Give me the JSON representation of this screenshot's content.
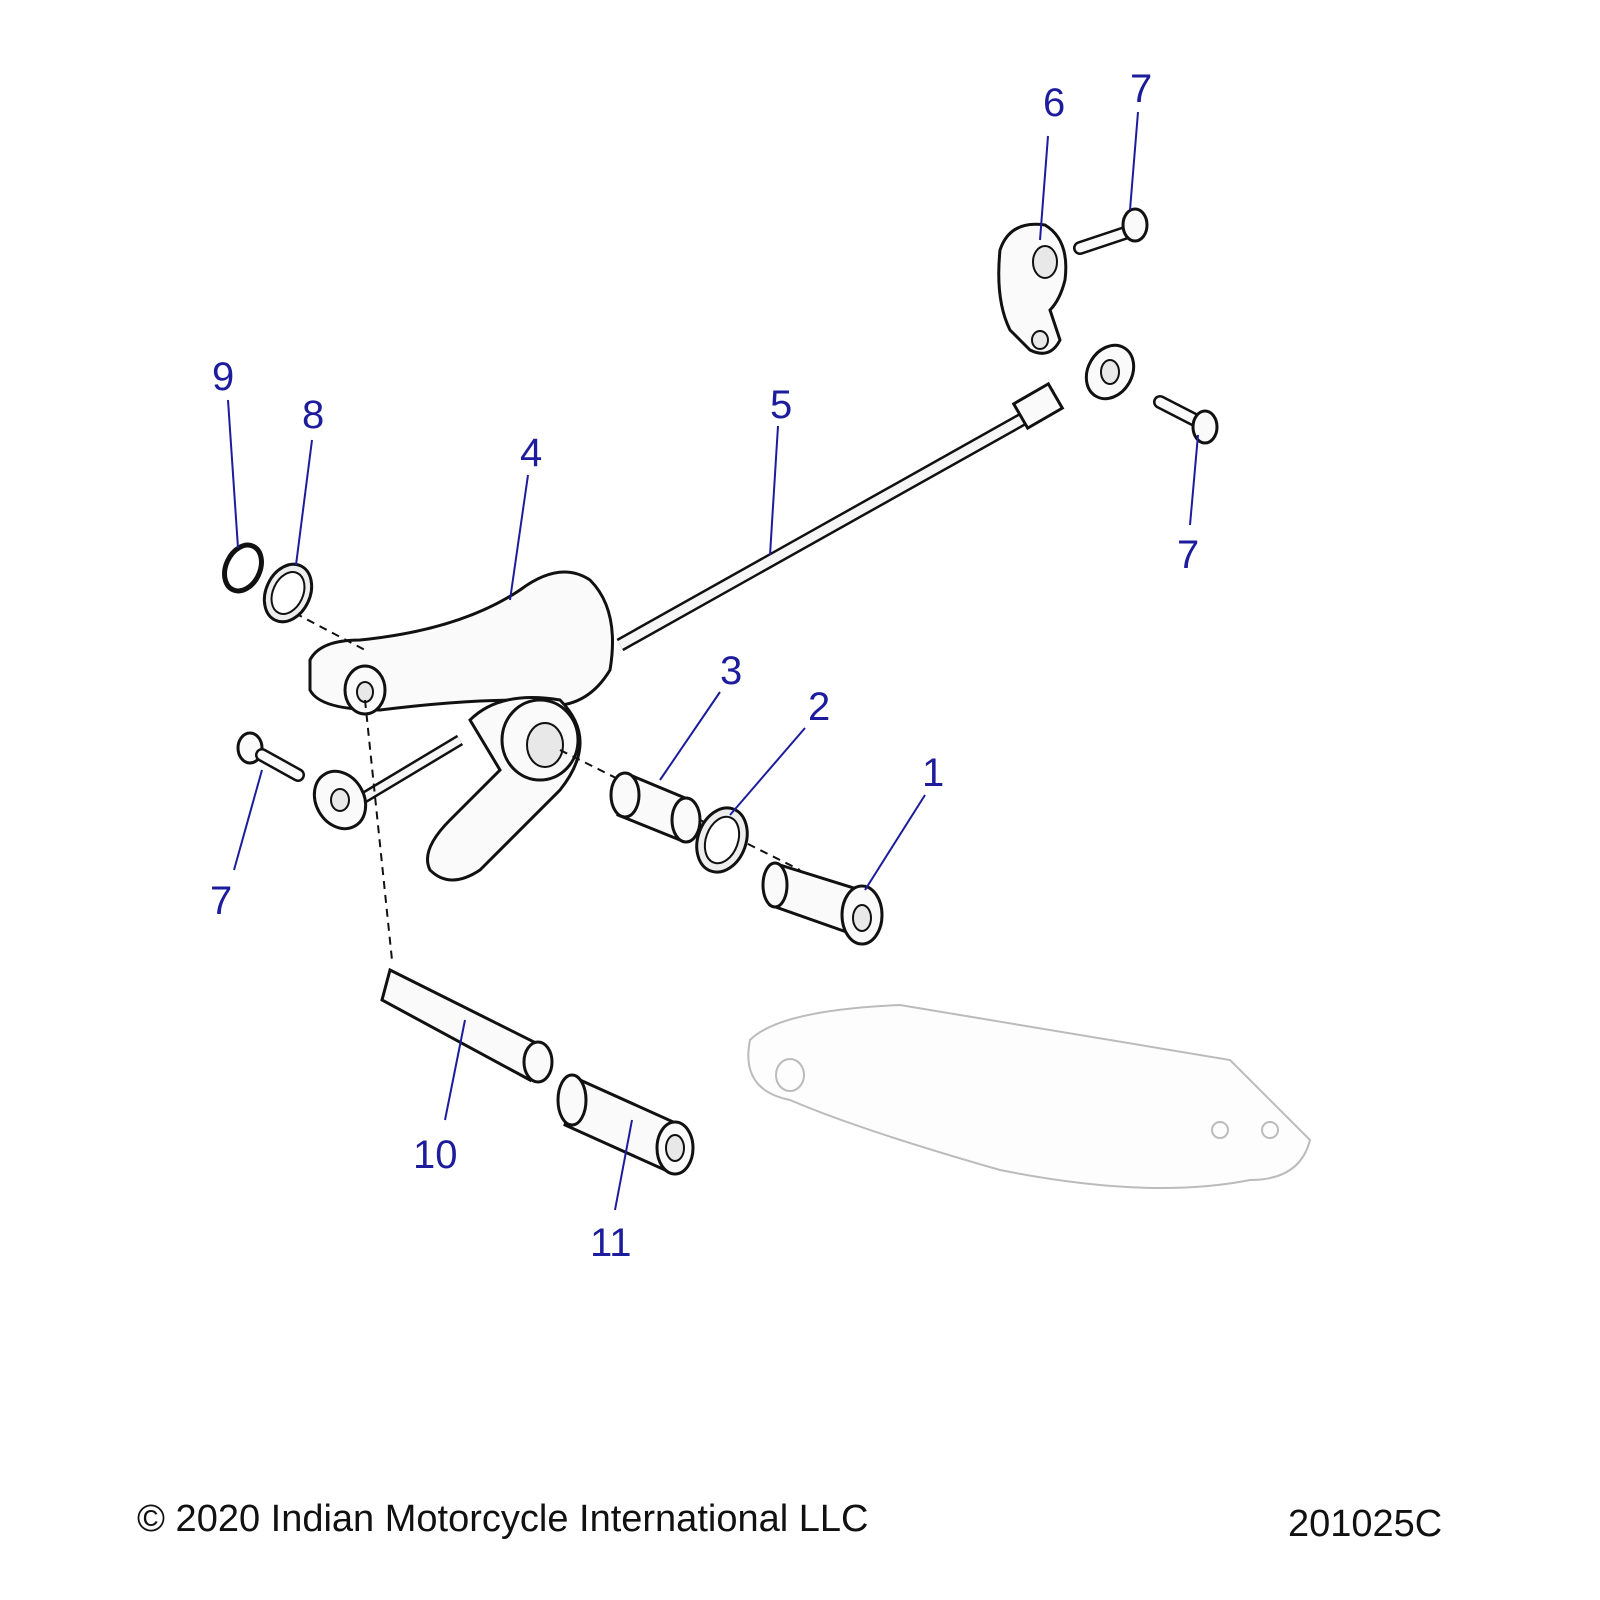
{
  "diagram": {
    "callouts": [
      {
        "id": "1",
        "label": "1"
      },
      {
        "id": "2",
        "label": "2"
      },
      {
        "id": "3",
        "label": "3"
      },
      {
        "id": "4",
        "label": "4"
      },
      {
        "id": "5",
        "label": "5"
      },
      {
        "id": "6",
        "label": "6"
      },
      {
        "id": "7a",
        "label": "7"
      },
      {
        "id": "7b",
        "label": "7"
      },
      {
        "id": "7c",
        "label": "7"
      },
      {
        "id": "8",
        "label": "8"
      },
      {
        "id": "9",
        "label": "9"
      },
      {
        "id": "10",
        "label": "10"
      },
      {
        "id": "11",
        "label": "11"
      }
    ],
    "callout_color": "#1c1c9c"
  },
  "footer": {
    "copyright": "© 2020 Indian Motorcycle International LLC",
    "drawing_number": "201025C"
  }
}
